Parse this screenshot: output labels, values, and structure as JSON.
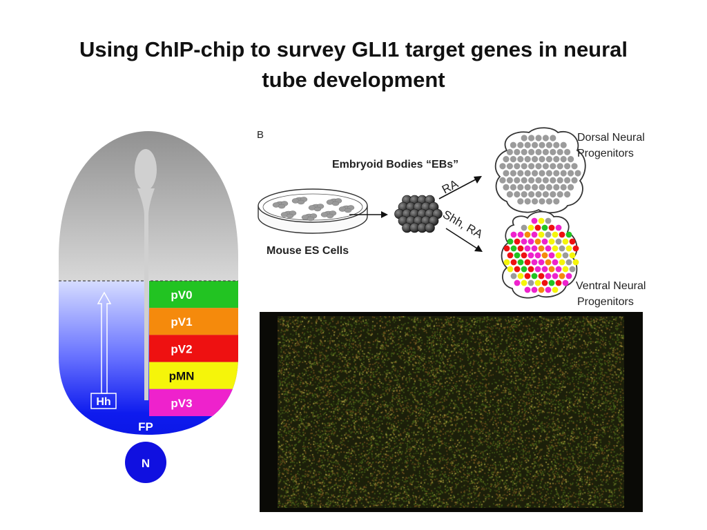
{
  "slide": {
    "title_line1": "Using ChIP-chip to survey GLI1 target genes in neural",
    "title_line2": "tube development"
  },
  "neural_tube": {
    "domains": [
      {
        "label": "pV0",
        "color": "#22c322"
      },
      {
        "label": "pV1",
        "color": "#f58a0c"
      },
      {
        "label": "pV2",
        "color": "#ee1111"
      },
      {
        "label": "pMN",
        "color": "#f5f50a"
      },
      {
        "label": "pV3",
        "color": "#ee22cc"
      }
    ],
    "hh_label": "Hh",
    "fp_label": "FP",
    "n_label": "N"
  },
  "panel_b": {
    "panel_letter": "B",
    "eb_label": "Embryoid Bodies “EBs”",
    "es_label": "Mouse ES Cells",
    "arrow_up_label": "RA",
    "arrow_down_label": "Shh, RA",
    "dorsal_label_line1": "Dorsal Neural",
    "dorsal_label_line2": "Progenitors",
    "ventral_label_line1": "Ventral Neural",
    "ventral_label_line2": "Progenitors"
  }
}
